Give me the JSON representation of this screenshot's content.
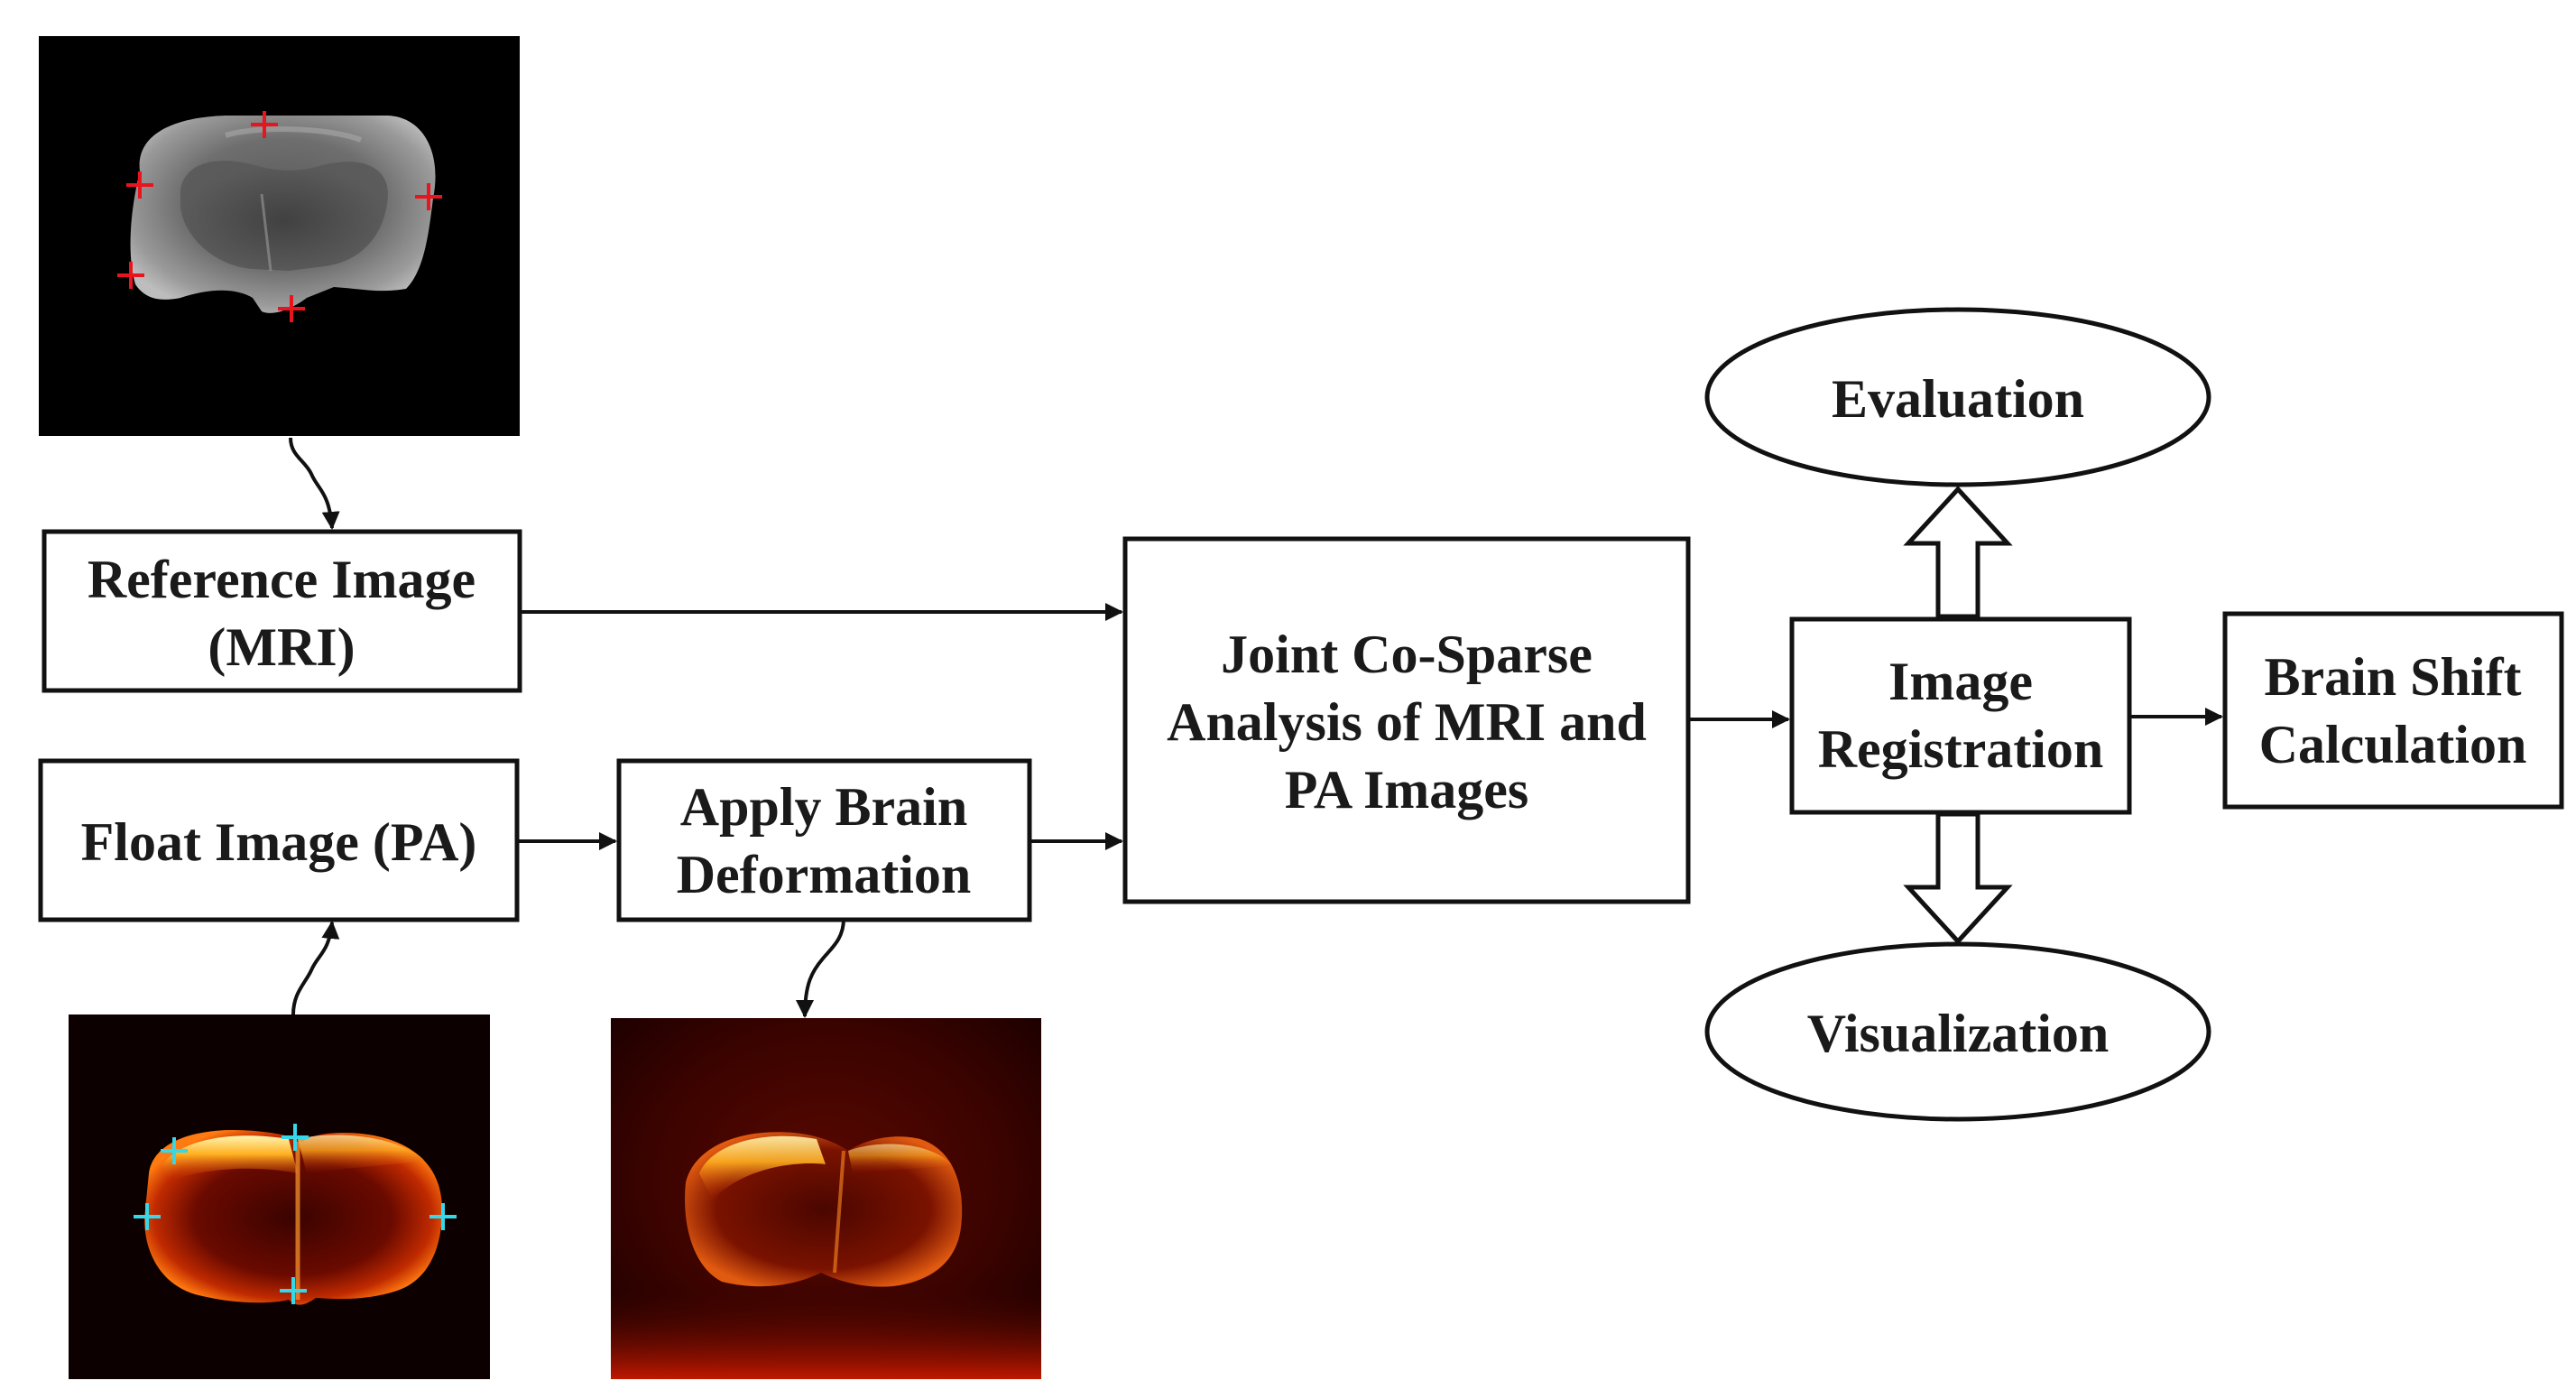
{
  "nodes": {
    "reference_image": {
      "line1": "Reference Image",
      "line2": "(MRI)"
    },
    "float_image": {
      "line1": "Float Image (PA)"
    },
    "apply_deformation": {
      "line1": "Apply Brain",
      "line2": "Deformation"
    },
    "joint_analysis": {
      "line1": "Joint Co-Sparse",
      "line2": "Analysis of MRI and",
      "line3": "PA Images"
    },
    "image_registration": {
      "line1": "Image",
      "line2": "Registration"
    },
    "brain_shift": {
      "line1": "Brain Shift",
      "line2": "Calculation"
    },
    "evaluation": {
      "line1": "Evaluation"
    },
    "visualization": {
      "line1": "Visualization"
    }
  },
  "images": {
    "mri_slice": "grayscale MRI brain slice with red landmark crosses",
    "pa_slice": "photoacoustic brain slice (hot colormap) with cyan landmark crosses",
    "deformed_pa_slice": "deformed photoacoustic brain slice (hot colormap)"
  },
  "colors": {
    "landmark_mri": "#e8141e",
    "landmark_pa": "#35d7e8",
    "box_stroke": "#111111"
  }
}
